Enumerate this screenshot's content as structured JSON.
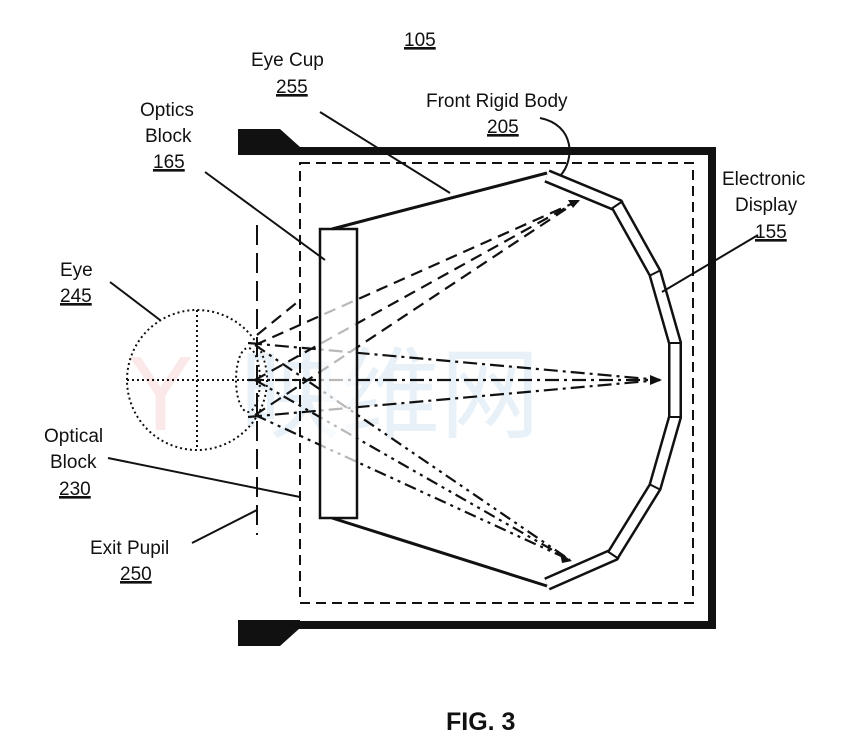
{
  "figure": {
    "title": "FIG. 3",
    "reference": "105",
    "labels": {
      "eye_cup": {
        "name": "Eye Cup",
        "num": "255"
      },
      "optics_block": {
        "line1": "Optics",
        "line2": "Block",
        "num": "165"
      },
      "front_rigid_body": {
        "name": "Front Rigid Body",
        "num": "205"
      },
      "electronic_display": {
        "line1": "Electronic",
        "line2": "Display",
        "num": "155"
      },
      "eye": {
        "name": "Eye",
        "num": "245"
      },
      "optical_block": {
        "line1": "Optical",
        "line2": "Block",
        "num": "230"
      },
      "exit_pupil": {
        "name": "Exit Pupil",
        "num": "250"
      }
    }
  },
  "watermark": {
    "text": "映维网",
    "logo": "YV"
  }
}
